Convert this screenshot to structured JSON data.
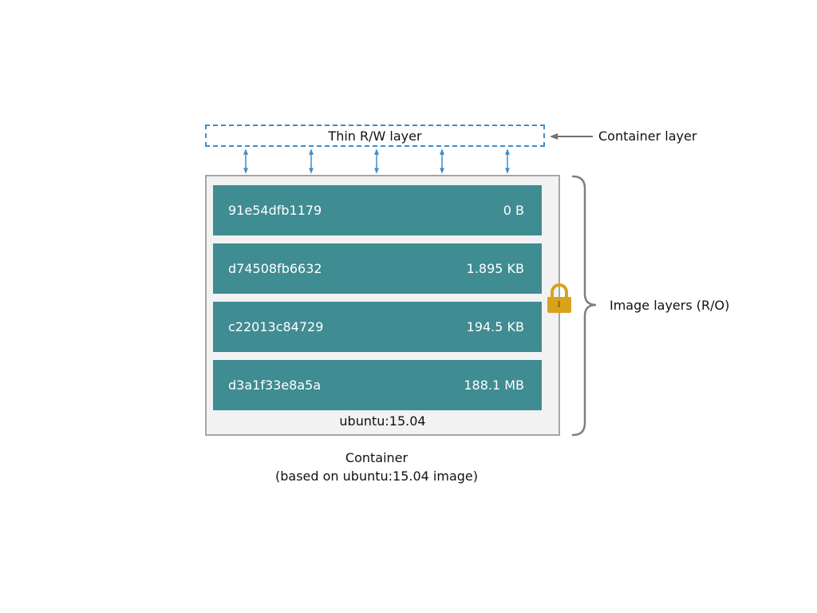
{
  "rw_layer": {
    "label": "Thin R/W layer"
  },
  "container_layer_label": "Container layer",
  "image_layers_label": "Image layers (R/O)",
  "layers": [
    {
      "id": "91e54dfb1179",
      "size": "0 B"
    },
    {
      "id": "d74508fb6632",
      "size": "1.895 KB"
    },
    {
      "id": "c22013c84729",
      "size": "194.5 KB"
    },
    {
      "id": "d3a1f33e8a5a",
      "size": "188.1 MB"
    }
  ],
  "image_name": "ubuntu:15.04",
  "caption": {
    "line1": "Container",
    "line2": "(based on ubuntu:15.04 image)"
  },
  "colors": {
    "layer_fill": "#3f8c92",
    "rw_border": "#3f8ec9",
    "arrow": "#3f8ec9",
    "lock": "#d9a21b",
    "container_fill": "#f2f2f2",
    "container_border": "#a6a6a6"
  },
  "icons": {
    "lock": "lock-icon"
  }
}
